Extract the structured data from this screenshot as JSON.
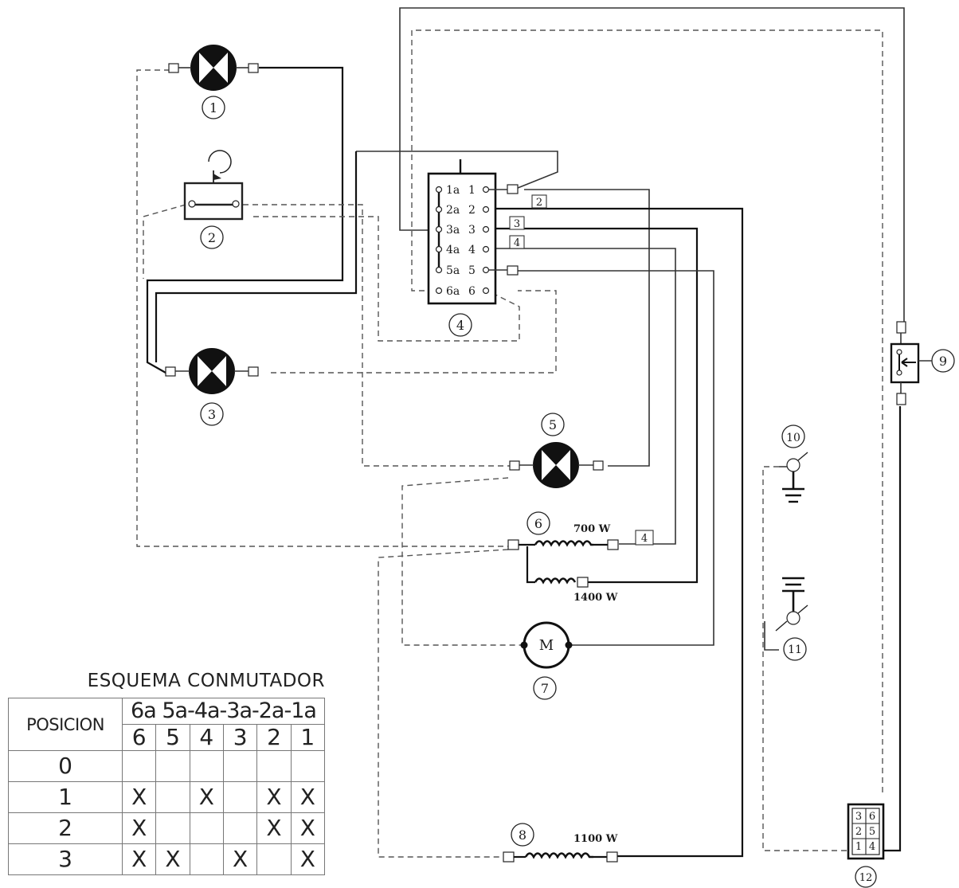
{
  "components": {
    "c1": "1",
    "c2": "2",
    "c3": "3",
    "c4": "4",
    "c5": "5",
    "c6": "6",
    "c7": "7",
    "c8": "8",
    "c9": "9",
    "c10": "10",
    "c11": "11",
    "c12": "12"
  },
  "switch_block": {
    "rows": [
      {
        "left": "1a",
        "right": "1"
      },
      {
        "left": "2a",
        "right": "2"
      },
      {
        "left": "3a",
        "right": "3"
      },
      {
        "left": "4a",
        "right": "4"
      },
      {
        "left": "5a",
        "right": "5"
      },
      {
        "left": "6a",
        "right": "6"
      }
    ]
  },
  "wire_tags": {
    "t2": "2",
    "t3": "3",
    "t4a": "4",
    "t4b": "4"
  },
  "ratings": {
    "r700": "700 W",
    "r1400": "1400 W",
    "r1100": "1100 W"
  },
  "motor_label": "M",
  "terminal_block": {
    "cells": [
      "3",
      "6",
      "2",
      "5",
      "1",
      "4"
    ]
  },
  "switch_table": {
    "title": "ESQUEMA CONMUTADOR",
    "position_header": "POSICION",
    "top_header": "6a 5a-4a-3a-2a-1a",
    "columns": [
      "6",
      "5",
      "4",
      "3",
      "2",
      "1"
    ],
    "rows": [
      {
        "position": "0",
        "cells": [
          "",
          "",
          "",
          "",
          "",
          ""
        ]
      },
      {
        "position": "1",
        "cells": [
          "X",
          "",
          "X",
          "",
          "X",
          "X"
        ]
      },
      {
        "position": "2",
        "cells": [
          "X",
          "",
          "",
          "",
          "X",
          "X"
        ]
      },
      {
        "position": "3",
        "cells": [
          "X",
          "X",
          "",
          "X",
          "",
          "X"
        ]
      }
    ]
  }
}
